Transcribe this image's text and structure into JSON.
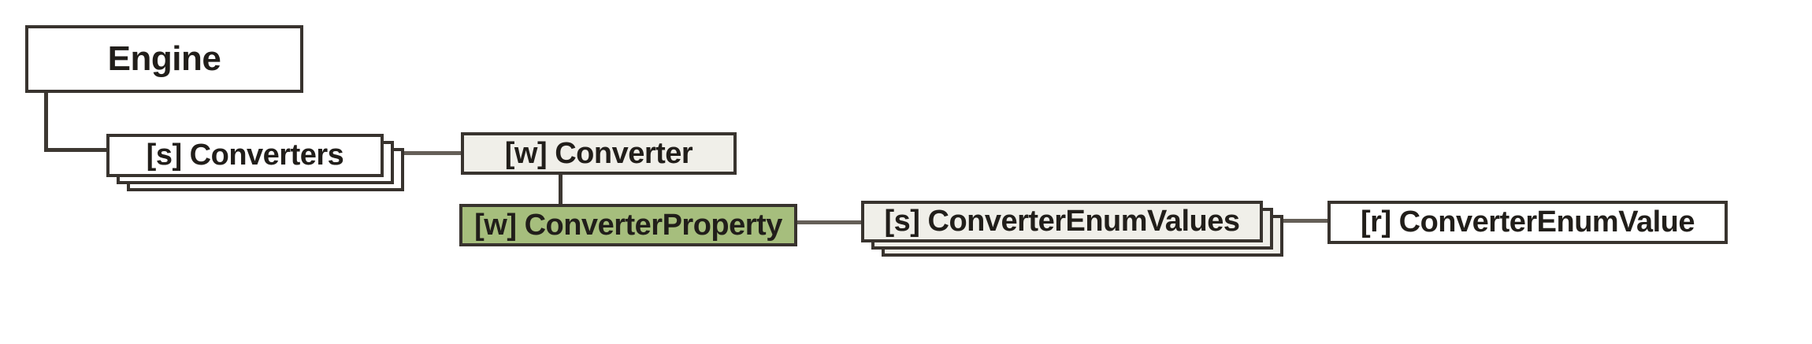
{
  "diagram": {
    "type": "schema-structure-tree",
    "nodes": {
      "engine": {
        "label": "Engine",
        "fill": "#ffffff",
        "stacked": false,
        "highlighted": false
      },
      "converters": {
        "label": "[s] Converters",
        "fill": "#ffffff",
        "stacked": true,
        "highlighted": false
      },
      "converter": {
        "label": "[w] Converter",
        "fill": "#f0efe9",
        "stacked": false,
        "highlighted": false
      },
      "converter_property": {
        "label": "[w] ConverterProperty",
        "fill": "#a6be7d",
        "stacked": false,
        "highlighted": true
      },
      "converter_enum_values": {
        "label": "[s] ConverterEnumValues",
        "fill": "#f0efe9",
        "stacked": true,
        "highlighted": false
      },
      "converter_enum_value": {
        "label": "[r] ConverterEnumValue",
        "fill": "#ffffff",
        "stacked": false,
        "highlighted": false
      }
    },
    "edges": [
      {
        "from": "engine",
        "to": "converters"
      },
      {
        "from": "converters",
        "to": "converter"
      },
      {
        "from": "converter",
        "to": "converter_property"
      },
      {
        "from": "converter_property",
        "to": "converter_enum_values"
      },
      {
        "from": "converter_enum_values",
        "to": "converter_enum_value"
      }
    ],
    "colors": {
      "background": "#ffffff",
      "box_border": "#38332e",
      "connector": "#655f58",
      "connector_dark": "#3d3832",
      "highlight_fill": "#a6be7d",
      "shaded_fill": "#f0efe9",
      "text": "#211e1a"
    }
  }
}
